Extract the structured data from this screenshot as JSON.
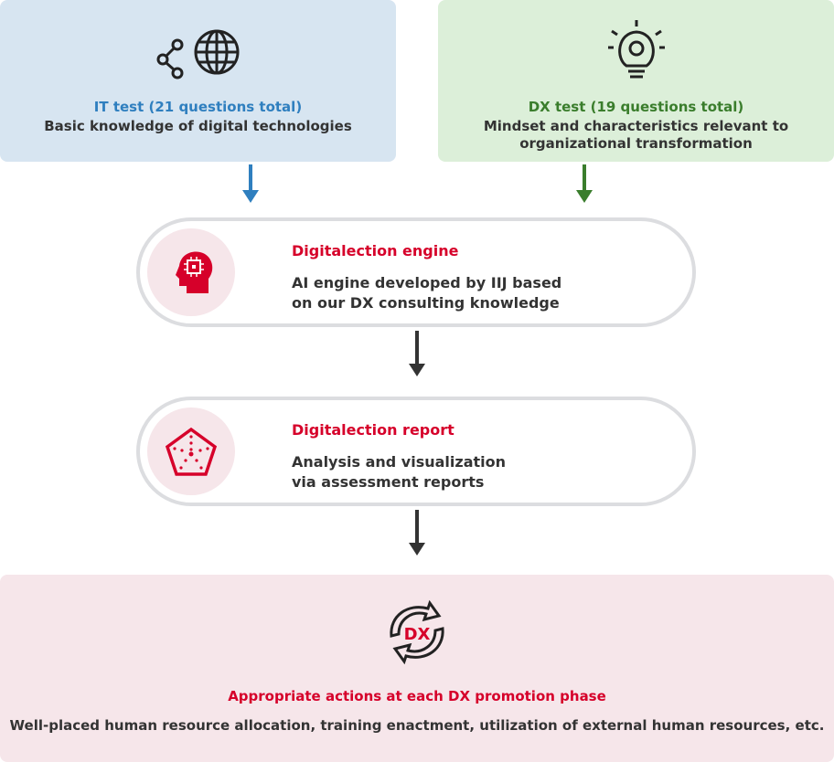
{
  "it_test": {
    "title": "IT test (21 questions total)",
    "desc": "Basic knowledge of digital technologies",
    "icons": [
      "share-icon",
      "globe-icon"
    ]
  },
  "dx_test": {
    "title": "DX test (19 questions total)",
    "desc_line1": "Mindset and characteristics relevant to",
    "desc_line2": "organizational transformation",
    "icon": "lightbulb-gear-icon"
  },
  "engine": {
    "title": "Digitalection engine",
    "desc_line1": "AI engine developed by IIJ based",
    "desc_line2": "on our DX consulting knowledge",
    "icon": "ai-head-icon"
  },
  "report": {
    "title": "Digitalection report",
    "desc_line1": "Analysis and visualization",
    "desc_line2": "via assessment reports",
    "icon": "radar-chart-icon"
  },
  "actions": {
    "title": "Appropriate actions at each DX promotion phase",
    "desc": "Well-placed human resource allocation, training enactment, utilization of external human resources, etc.",
    "icon_text": "DX"
  },
  "colors": {
    "blue": "#2f7fbf",
    "green": "#3a7d2c",
    "red": "#d6002a",
    "dark": "#333333"
  }
}
